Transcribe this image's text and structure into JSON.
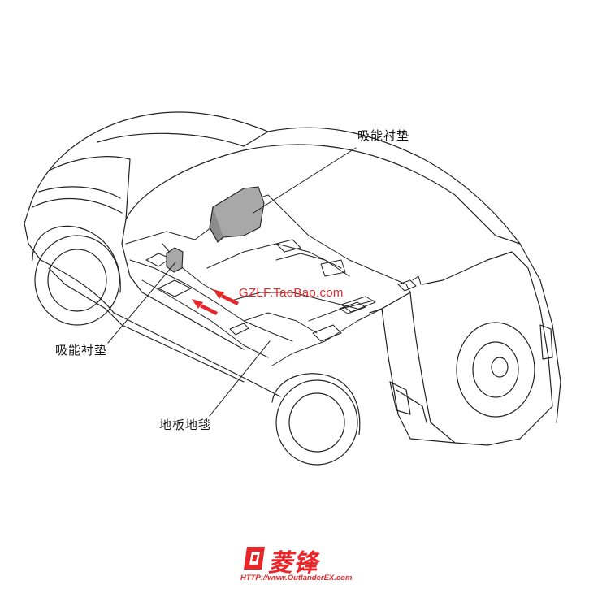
{
  "callouts": {
    "top_right": "吸能衬垫",
    "left": "吸能衬垫",
    "bottom": "地板地毯"
  },
  "watermark": "GZLF.TaoBao.com",
  "logo": {
    "brand": "菱锋",
    "url": "HTTP://www.OutlanderEX.com"
  },
  "colors": {
    "line": "#222222",
    "part_fill": "#a8a8a8",
    "arrow": "#e8262a",
    "brand": "#e8262a"
  }
}
